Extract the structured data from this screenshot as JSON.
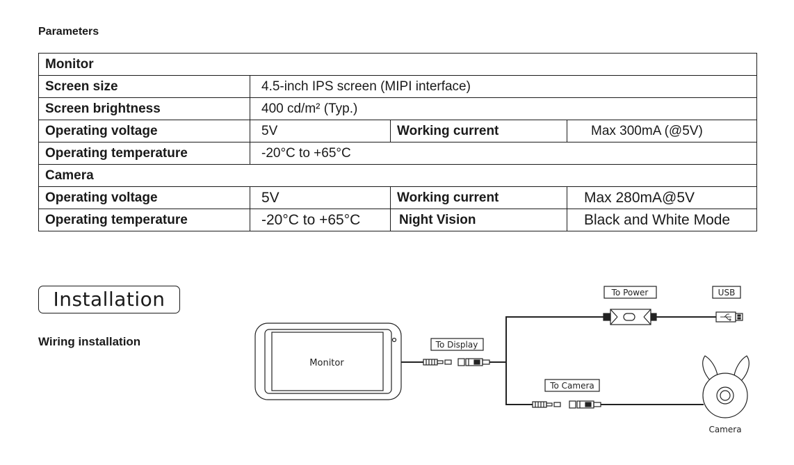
{
  "parameters": {
    "heading": "Parameters",
    "monitor": {
      "group": "Monitor",
      "screen_size_label": "Screen size",
      "screen_size_value": "4.5-inch IPS screen (MIPI interface)",
      "brightness_label": "Screen brightness",
      "brightness_value": "400 cd/m² (Typ.)",
      "voltage_label": "Operating voltage",
      "voltage_value": "5V",
      "current_label": "Working current",
      "current_value": "Max 300mA (@5V)",
      "temp_label": "Operating temperature",
      "temp_value": "-20°C to +65°C"
    },
    "camera": {
      "group": "Camera",
      "voltage_label": "Operating voltage",
      "voltage_value": "5V",
      "current_label": "Working current",
      "current_value": "Max 280mA@5V",
      "temp_label": "Operating temperature",
      "temp_value": "-20°C to +65°C",
      "night_label": "Night Vision",
      "night_value": "Black and White Mode"
    }
  },
  "installation": {
    "title": "Installation",
    "wiring_label": "Wiring installation",
    "diagram": {
      "monitor_label": "Monitor",
      "to_display": "To Display",
      "to_power": "To Power",
      "usb": "USB",
      "to_camera": "To Camera",
      "camera_label": "Camera"
    }
  }
}
